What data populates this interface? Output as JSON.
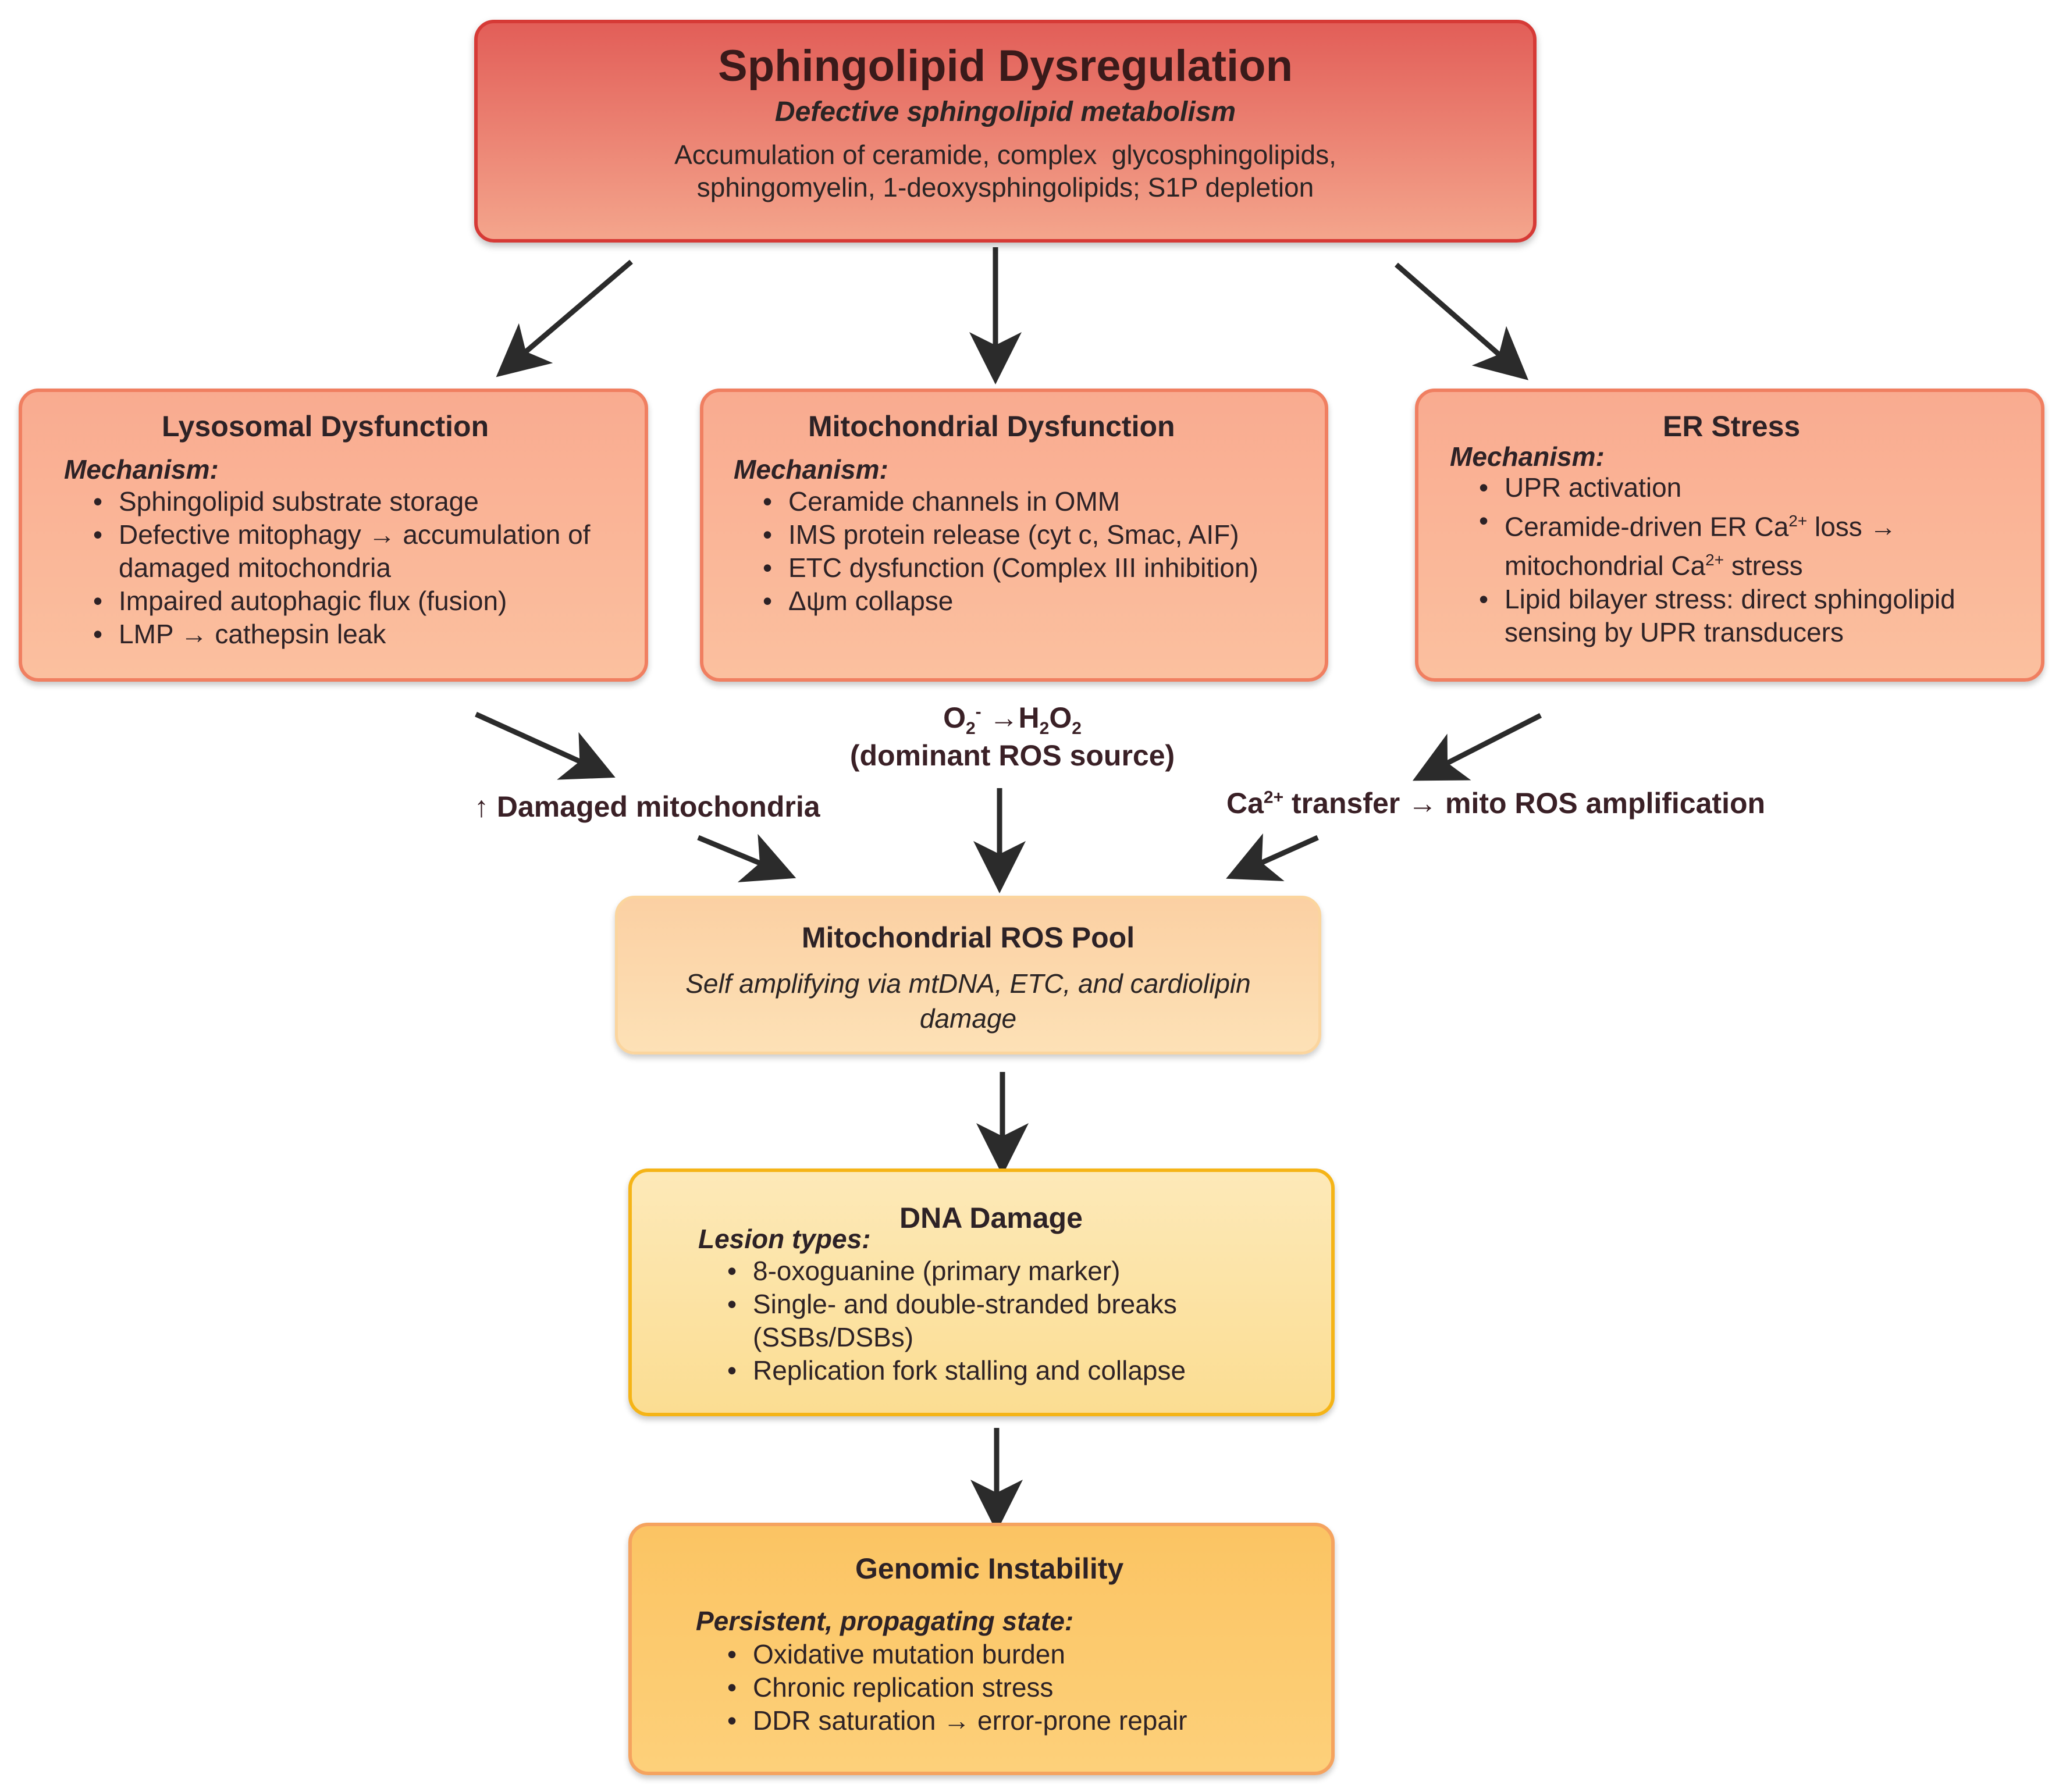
{
  "top": {
    "title": "Sphingolipid Dysregulation",
    "subtitle": "Defective sphingolipid metabolism",
    "line1": "Accumulation of ceramide, complex  glycosphingolipids,",
    "line2": "sphingomyelin, 1-deoxysphingolipids; S1P depletion"
  },
  "lysosomal": {
    "title": "Lysosomal Dysfunction",
    "mechanism": "Mechanism:",
    "items": [
      "Sphingolipid substrate storage",
      "Defective mitophagy → accumulation of damaged mitochondria",
      "Impaired autophagic flux (fusion)",
      "LMP → cathepsin leak"
    ]
  },
  "mitochondrial": {
    "title": "Mitochondrial Dysfunction",
    "mechanism": "Mechanism:",
    "items": [
      "Ceramide channels in OMM",
      "IMS protein release (cyt c, Smac, AIF)",
      "ETC dysfunction (Complex III inhibition)",
      "Δψm collapse"
    ]
  },
  "er": {
    "title": "ER Stress",
    "mechanism": "Mechanism:",
    "item1": "UPR activation",
    "item2a": "Ceramide-driven ER Ca",
    "item2b": " loss →",
    "item2c": "mitochondrial Ca",
    "item2d": " stress",
    "item3": "Lipid bilayer stress: direct sphingolipid sensing by UPR transducers",
    "sup": "2+"
  },
  "labels": {
    "o2_a": "O",
    "o2_sub": "2",
    "o2_sup": "-",
    "o2_b": " →H",
    "h2o2_sub1": "2",
    "h2o2_o": "O",
    "h2o2_sub2": "2",
    "ros_source": "(dominant ROS source)",
    "damaged": "↑ Damaged mitochondria",
    "ca_a": "Ca",
    "ca_sup": "2+",
    "ca_b": " transfer → mito ROS amplification"
  },
  "pool": {
    "title": "Mitochondrial ROS Pool",
    "desc": "Self amplifying via mtDNA, ETC, and cardiolipin damage"
  },
  "dna": {
    "title": "DNA Damage",
    "lesion": "Lesion types:",
    "items": [
      "8-oxoguanine (primary marker)",
      "Single- and double-stranded breaks (SSBs/DSBs)",
      "Replication fork stalling and collapse"
    ]
  },
  "genomic": {
    "title": "Genomic Instability",
    "state": "Persistent, propagating state:",
    "items": [
      "Oxidative mutation burden",
      "Chronic replication stress",
      "DDR saturation → error-prone repair"
    ]
  }
}
